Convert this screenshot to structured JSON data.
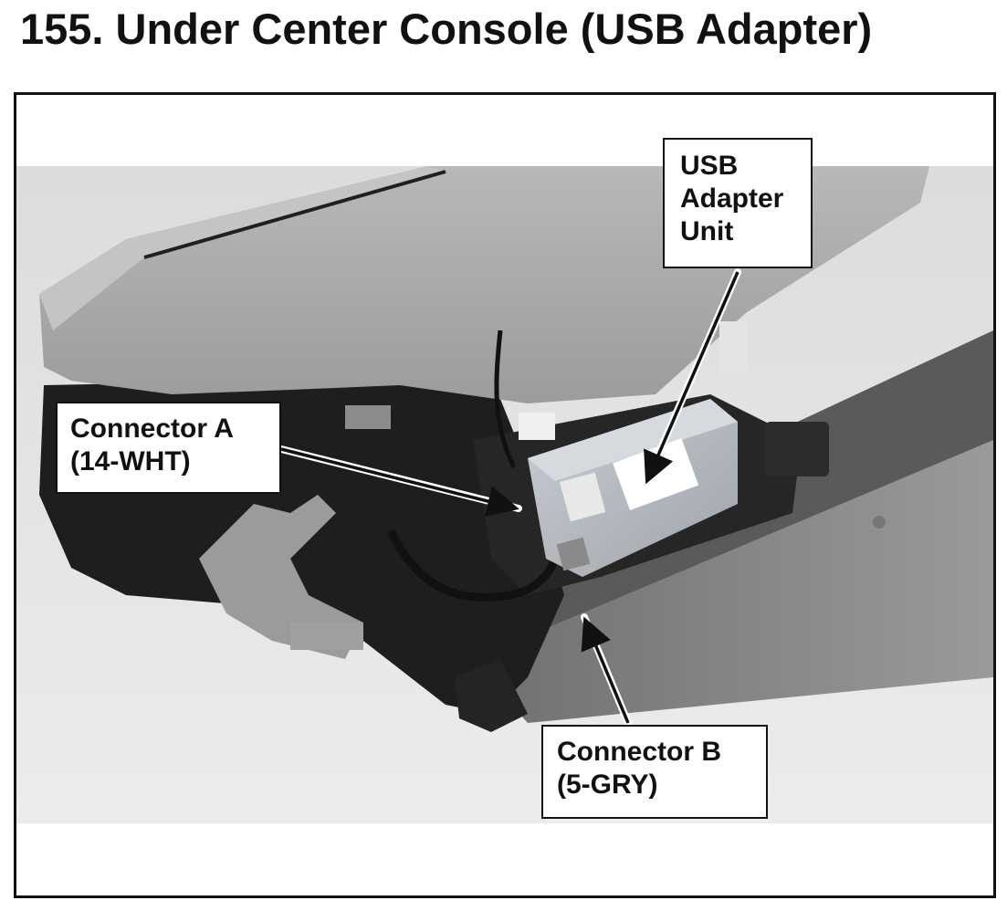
{
  "title": "155.  Under Center Console (USB Adapter)",
  "callouts": {
    "usb_adapter": [
      "USB",
      "Adapter",
      "Unit"
    ],
    "connector_a": [
      "Connector A",
      "(14-WHT)"
    ],
    "connector_b": [
      "Connector B",
      "(5-GRY)"
    ]
  },
  "colors": {
    "text": "#111111",
    "console_gray": "#a9a9a9",
    "bracket_black": "#1e1e1e",
    "module_silver": "#b4bac0"
  }
}
